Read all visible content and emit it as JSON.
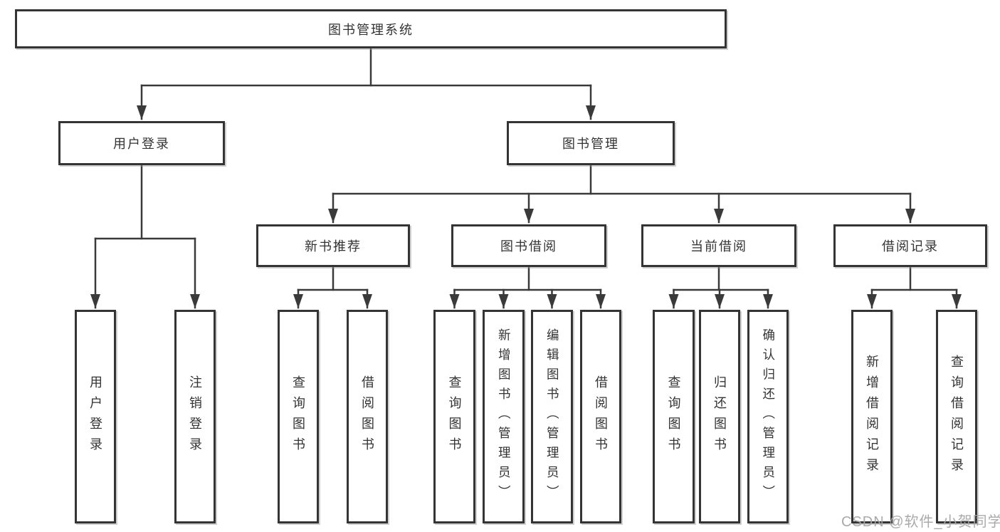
{
  "tree": {
    "root": {
      "label": "图书管理系统"
    },
    "branches": [
      {
        "label": "用户登录",
        "children": [
          {
            "label": "用户登录"
          },
          {
            "label": "注销登录"
          }
        ]
      },
      {
        "label": "图书管理",
        "children": [
          {
            "label": "新书推荐",
            "children": [
              {
                "label": "查询图书"
              },
              {
                "label": "借阅图书"
              }
            ]
          },
          {
            "label": "图书借阅",
            "children": [
              {
                "label": "查询图书"
              },
              {
                "label": "新增图书（管理员）"
              },
              {
                "label": "编辑图书（管理员）"
              },
              {
                "label": "借阅图书"
              }
            ]
          },
          {
            "label": "当前借阅",
            "children": [
              {
                "label": "查询图书"
              },
              {
                "label": "归还图书"
              },
              {
                "label": "确认归还（管理员）"
              }
            ]
          },
          {
            "label": "借阅记录",
            "children": [
              {
                "label": "新增借阅记录"
              },
              {
                "label": "查询借阅记录"
              }
            ]
          }
        ]
      }
    ]
  },
  "watermark": "CSDN @软件_小贺同学",
  "colors": {
    "line": "#3a3a3a",
    "box_border": "#343434",
    "text": "#333333",
    "background": "#ffffff",
    "watermark": "#a5a5a5"
  }
}
